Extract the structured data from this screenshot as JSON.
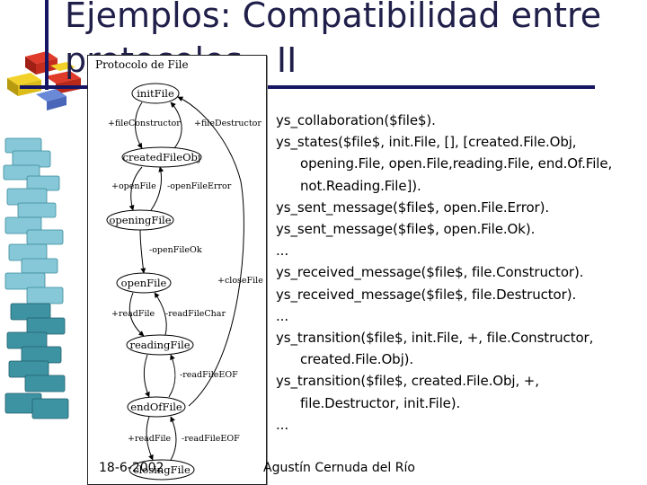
{
  "slide": {
    "title": "Ejemplos: Compatibilidad entre protocolos - II"
  },
  "diagram": {
    "title": "Protocolo de File",
    "nodes": {
      "initFile": "initFile",
      "createdFileObj": "createdFileObj",
      "openingFile": "openingFile",
      "openFile": "openFile",
      "readingFile": "readingFile",
      "endOfFile": "endOfFile",
      "closingFile": "closingFile"
    },
    "edges": {
      "fileConstructor": "+fileConstructor",
      "fileDestructor": "+fileDestructor",
      "openFile_send": "+openFile",
      "openFileError": "-openFileError",
      "openFileOk": "-openFileOk",
      "closeFile": "+closeFile",
      "readFile": "+readFile",
      "readFileChar": "-readFileChar",
      "readFileEOF_1": "-readFileEOF",
      "readFile_2": "+readFile",
      "readFileEOF_2": "-readFileEOF"
    }
  },
  "code": {
    "lines": [
      {
        "text": "ys_collaboration($file$).",
        "indent": false
      },
      {
        "text": "ys_states($file$, init.File, [], [created.File.Obj,",
        "indent": false
      },
      {
        "text": "opening.File, open.File,reading.File, end.Of.File,",
        "indent": true
      },
      {
        "text": "not.Reading.File]).",
        "indent": true
      },
      {
        "text": "ys_sent_message($file$, open.File.Error).",
        "indent": false
      },
      {
        "text": "ys_sent_message($file$, open.File.Ok).",
        "indent": false
      },
      {
        "text": "...",
        "indent": false
      },
      {
        "text": "ys_received_message($file$, file.Constructor).",
        "indent": false
      },
      {
        "text": "ys_received_message($file$, file.Destructor).",
        "indent": false
      },
      {
        "text": "...",
        "indent": false
      },
      {
        "text": "ys_transition($file$, init.File, +, file.Constructor,",
        "indent": false
      },
      {
        "text": "created.File.Obj).",
        "indent": true
      },
      {
        "text": "ys_transition($file$, created.File.Obj, +,",
        "indent": false
      },
      {
        "text": "file.Destructor, init.File).",
        "indent": true
      },
      {
        "text": "...",
        "indent": false
      }
    ]
  },
  "footer": {
    "date": "18-6-2002",
    "author": "Agustín Cernuda del Río"
  },
  "colors": {
    "title": "#1f1f4a",
    "rule": "#151564",
    "lego_light": "#7fc4d6",
    "lego_dark": "#2f7f8f"
  }
}
